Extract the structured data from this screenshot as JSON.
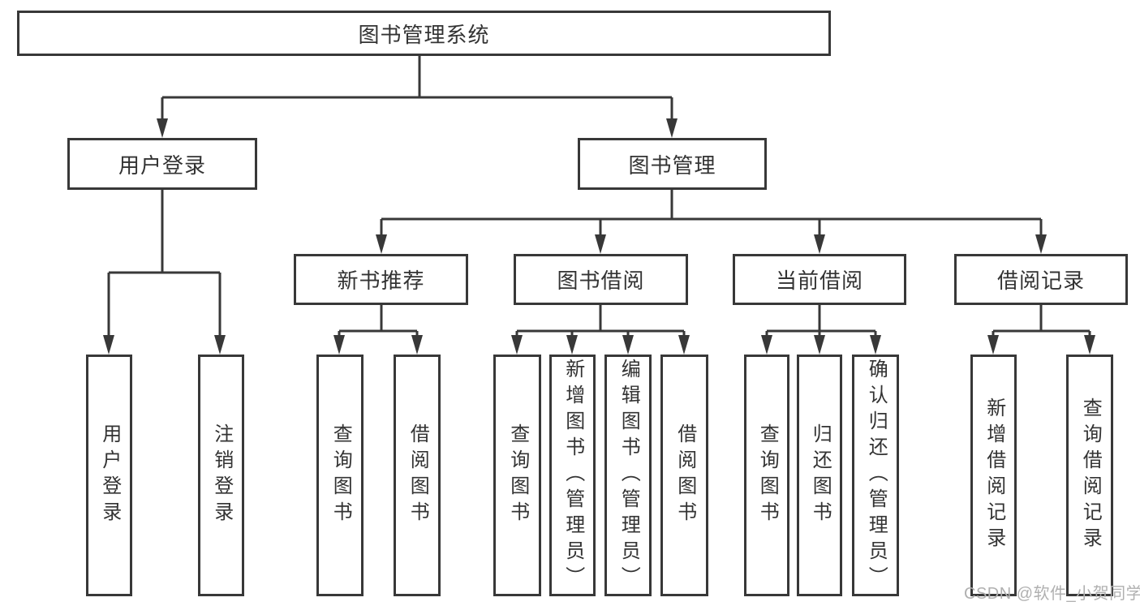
{
  "tree": {
    "root": {
      "label": "图书管理系统"
    },
    "user_login": {
      "label": "用户登录",
      "children": [
        {
          "label": "用户登录"
        },
        {
          "label": "注销登录"
        }
      ]
    },
    "book_mgmt": {
      "label": "图书管理",
      "modules": [
        {
          "label": "新书推荐",
          "children": [
            {
              "label": "查询图书"
            },
            {
              "label": "借阅图书"
            }
          ]
        },
        {
          "label": "图书借阅",
          "children": [
            {
              "label": "查询图书"
            },
            {
              "label": "新增图书（管理员）"
            },
            {
              "label": "编辑图书（管理员）"
            },
            {
              "label": "借阅图书"
            }
          ]
        },
        {
          "label": "当前借阅",
          "children": [
            {
              "label": "查询图书"
            },
            {
              "label": "归还图书"
            },
            {
              "label": "确认归还（管理员）"
            }
          ]
        },
        {
          "label": "借阅记录",
          "children": [
            {
              "label": "新增借阅记录"
            },
            {
              "label": "查询借阅记录"
            }
          ]
        }
      ]
    }
  },
  "watermark": {
    "text": "CSDN @软件_小贺同学"
  },
  "colors": {
    "line": "#383838",
    "text": "#333333",
    "watermark": "#b0b0b0",
    "background": "#ffffff"
  }
}
